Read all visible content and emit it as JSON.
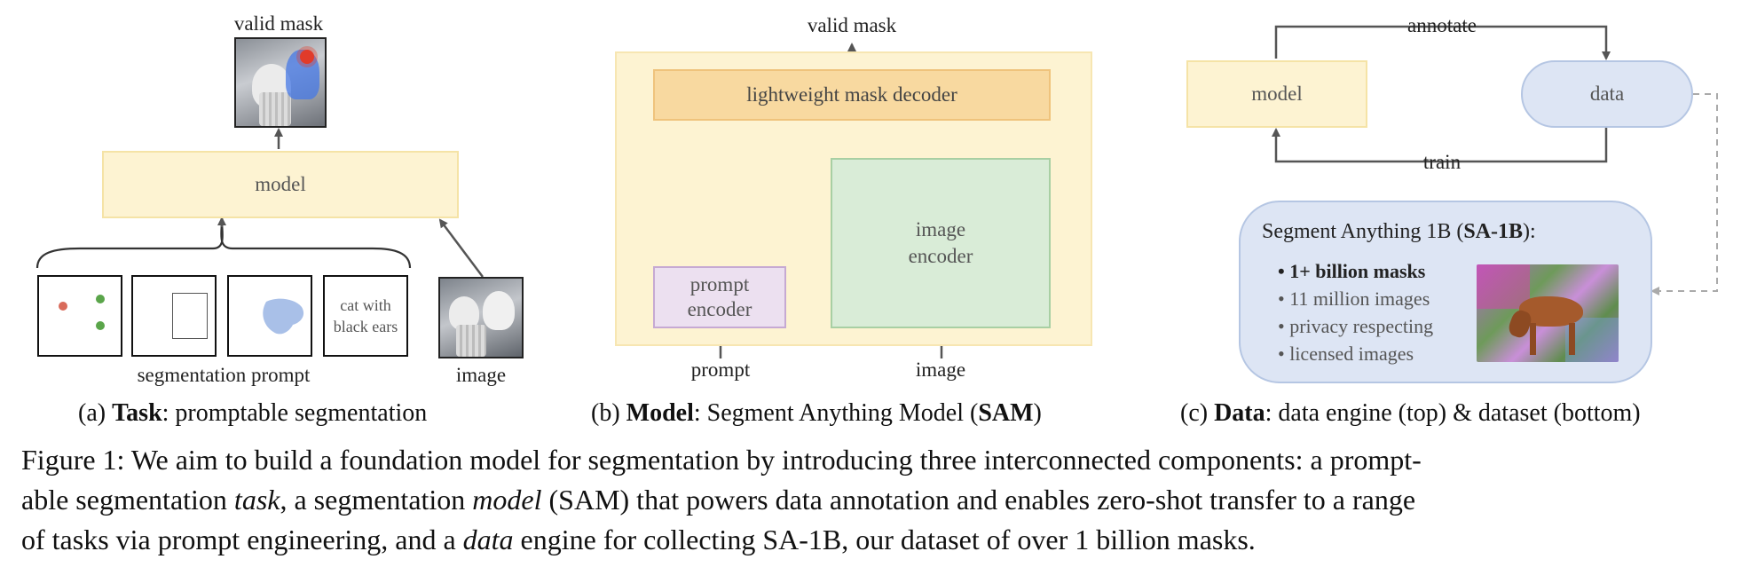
{
  "panel_a": {
    "output_label": "valid mask",
    "model_label": "model",
    "text_prompt_line1": "cat with",
    "text_prompt_line2": "black ears",
    "prompt_group_label": "segmentation prompt",
    "image_label": "image",
    "caption_prefix": "(a) ",
    "caption_bold": "Task",
    "caption_rest": ": promptable segmentation"
  },
  "panel_b": {
    "output_label": "valid mask",
    "decoder_label": "lightweight mask decoder",
    "prompt_encoder_line1": "prompt",
    "prompt_encoder_line2": "encoder",
    "image_encoder_line1": "image",
    "image_encoder_line2": "encoder",
    "prompt_label": "prompt",
    "image_label": "image",
    "caption_prefix": "(b) ",
    "caption_bold": "Model",
    "caption_mid": ": Segment Anything Model (",
    "caption_bold2": "SAM",
    "caption_end": ")"
  },
  "panel_c": {
    "annotate_label": "annotate",
    "train_label": "train",
    "model_label": "model",
    "data_label": "data",
    "dataset_title_prefix": "Segment Anything 1B (",
    "dataset_title_bold": "SA-1B",
    "dataset_title_end": "):",
    "dataset_items": [
      "• 1+ billion masks",
      "• 11 million images",
      "• privacy respecting",
      "• licensed images"
    ],
    "caption_prefix": "(c) ",
    "caption_bold": "Data",
    "caption_rest": ": data engine (top) & dataset (bottom)"
  },
  "figure_caption": {
    "l1": "Figure 1: We aim to build a foundation model for segmentation by introducing three interconnected components: a prompt-",
    "l2_a": "able segmentation ",
    "l2_task": "task",
    "l2_b": ", a segmentation ",
    "l2_model": "model",
    "l2_c": " (SAM) that powers data annotation and enables zero-shot transfer to a range",
    "l3_a": "of tasks via prompt engineering, and a ",
    "l3_data": "data",
    "l3_b": " engine for collecting SA-1B, our dataset of over 1 billion masks."
  },
  "colors": {
    "model_fill": "#fdf3d2",
    "decoder_fill": "#f8d9a0",
    "image_encoder_fill": "#d9ecd7",
    "prompt_encoder_fill": "#ece0f0",
    "data_fill": "#dde5f4",
    "point_red": "#d96b5b",
    "point_green": "#5aa54a",
    "mask_blue": "#a9c0e8"
  }
}
